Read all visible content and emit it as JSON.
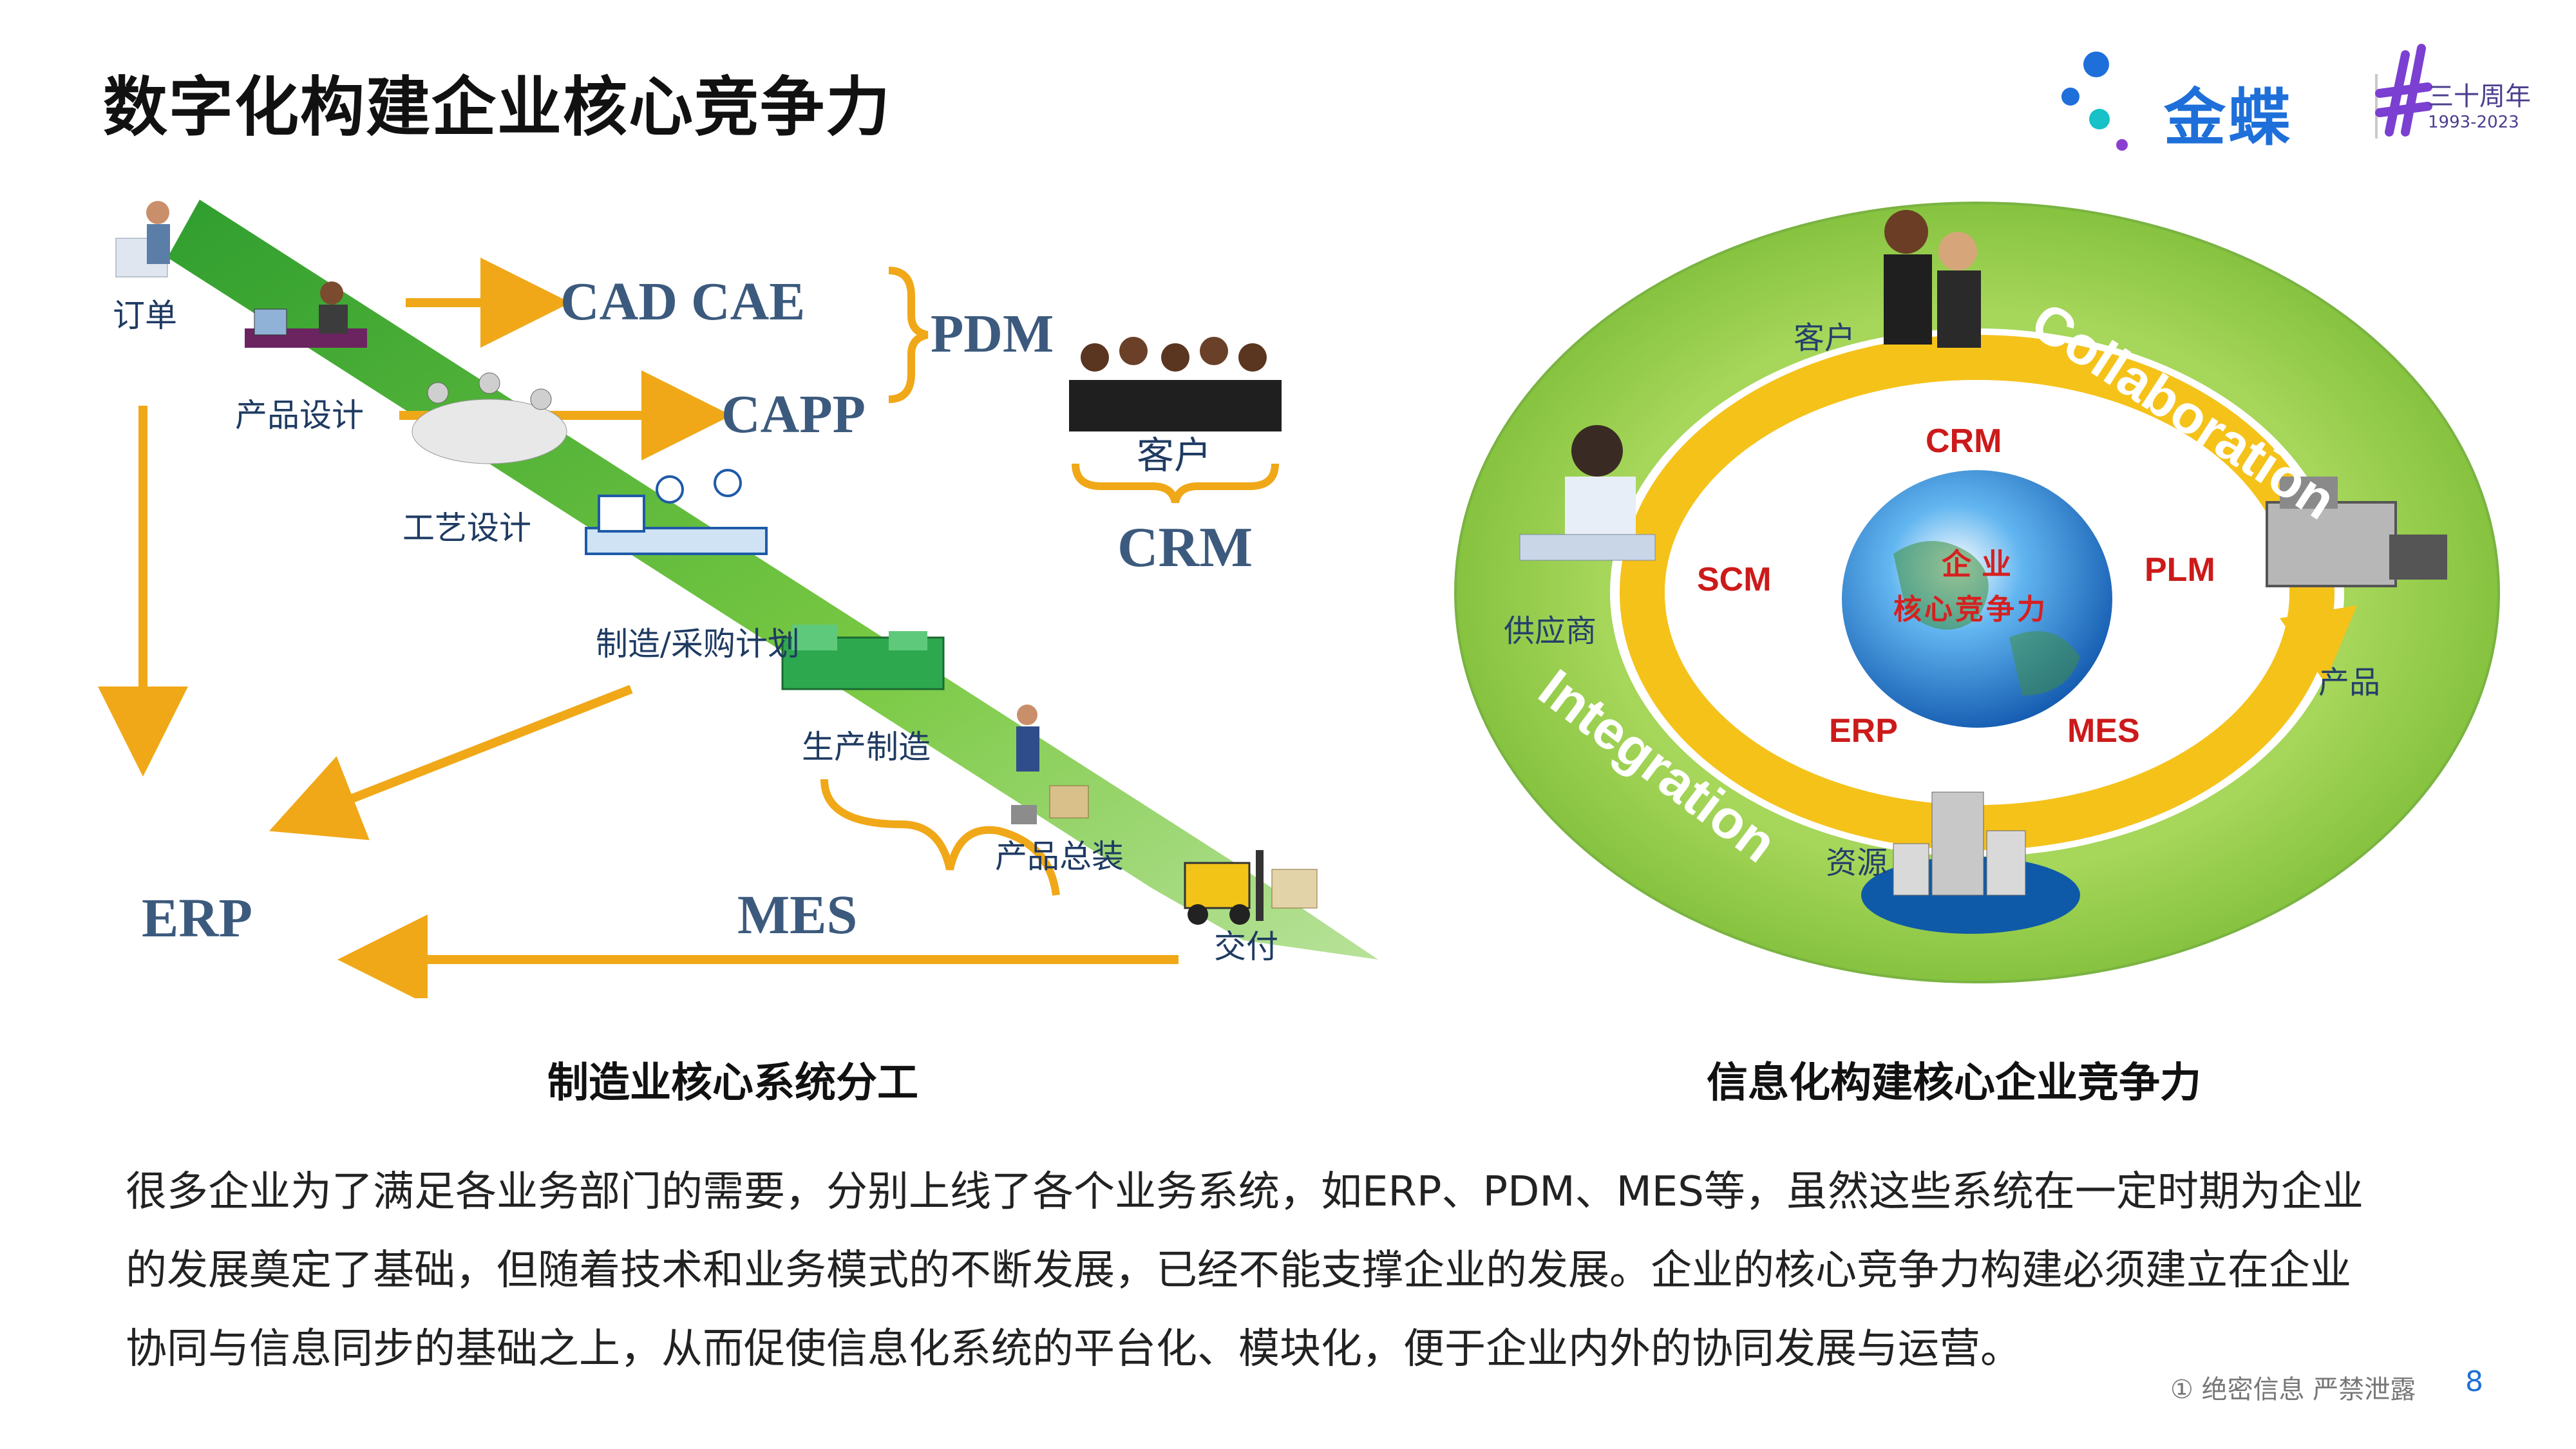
{
  "title": "数字化构建企业核心竞争力",
  "logo": {
    "brand": "金蝶",
    "anniversary": "三十周年",
    "years": "1993-2023"
  },
  "left_diagram": {
    "labels": {
      "order": "订单",
      "product_design": "产品设计",
      "process_design": "工艺设计",
      "mfg_purchase_plan": "制造/采购计划",
      "production": "生产制造",
      "assembly": "产品总装",
      "delivery": "交付",
      "customer": "客户"
    },
    "systems": {
      "cad_cae": "CAD CAE",
      "capp": "CAPP",
      "pdm": "PDM",
      "crm": "CRM",
      "erp": "ERP",
      "mes": "MES"
    },
    "caption": "制造业核心系统分工"
  },
  "right_diagram": {
    "outer_labels": {
      "collaboration": "Collaboration",
      "integration": "Integration"
    },
    "nodes": {
      "customer": "客户",
      "supplier": "供应商",
      "product": "产品",
      "resource": "资源"
    },
    "ring_labels": {
      "crm": "CRM",
      "plm": "PLM",
      "mes": "MES",
      "erp": "ERP",
      "scm": "SCM"
    },
    "globe_line1": "企 业",
    "globe_line2": "核心竞争力",
    "caption": "信息化构建核心企业竞争力"
  },
  "body": {
    "line1": "很多企业为了满足各业务部门的需要，分别上线了各个业务系统，如ERP、PDM、MES等，虽然这些系统在一定时期为企业",
    "line2": "的发展奠定了基础，但随着技术和业务模式的不断发展，已经不能支撑企业的发展。企业的核心竞争力构建必须建立在企业",
    "line3": "协同与信息同步的基础之上，从而促使信息化系统的平台化、模块化，便于企业内外的协同发展与运营。"
  },
  "footer": {
    "notice": "① 绝密信息 严禁泄露",
    "page": "8"
  },
  "colors": {
    "brand_blue": "#1e6fd9",
    "arrow_orange": "#f0a818",
    "ring_yellow": "#f5c21a",
    "outer_green": "#8cc63f",
    "globe_blue": "#1a6fc9",
    "label_red": "#cc1a1a"
  }
}
